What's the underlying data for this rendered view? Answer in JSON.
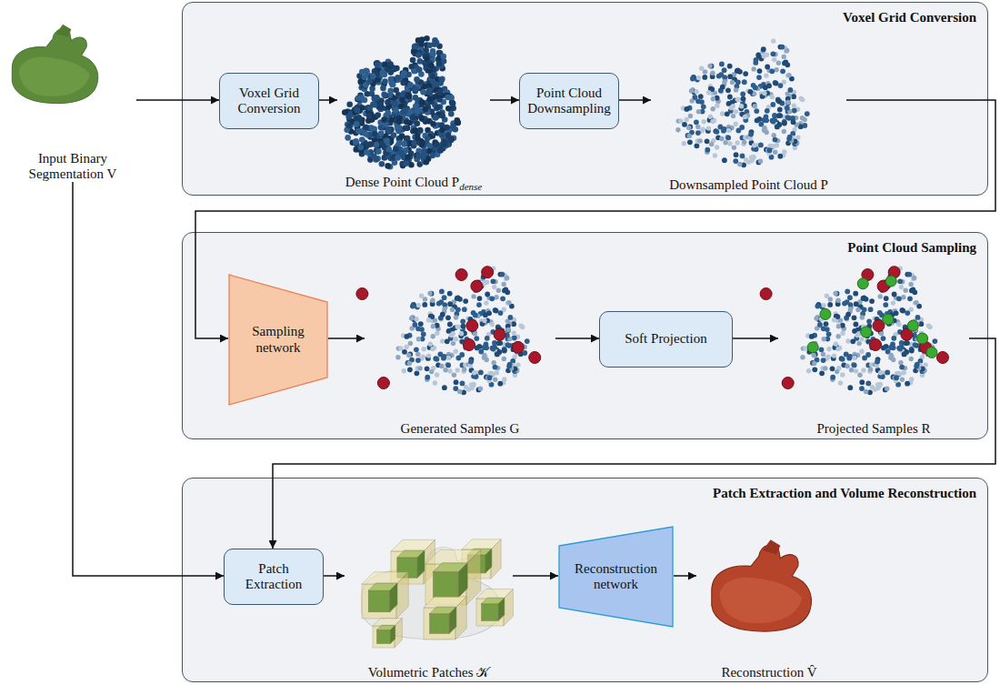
{
  "diagram": {
    "nodes": [
      {
        "text": [
          "Input Binary Segmentation V"
        ]
      },
      {
        "text": [
          "Voxel Grid Conversion"
        ]
      },
      {
        "text": [
          "Voxel Grid Conversion"
        ],
        "in": 1
      },
      {
        "text": [
          "Dense Point Cloud P",
          "dense"
        ],
        "in": 1
      },
      {
        "text": [
          "Point Cloud Downsampling"
        ],
        "in": 1
      },
      {
        "text": [
          "Downsampled Point Cloud P"
        ],
        "in": 1
      },
      {
        "text": [
          "Point Cloud Sampling"
        ]
      },
      {
        "text": [
          "Sampling network"
        ],
        "in": 6
      },
      {
        "text": [
          "Generated Samples G"
        ],
        "in": 6
      },
      {
        "text": [
          "Soft Projection"
        ],
        "in": 6
      },
      {
        "text": [
          "Projected Samples R"
        ],
        "in": 6
      },
      {
        "text": [
          "Patch Extraction and Volume Reconstruction"
        ]
      },
      {
        "text": [
          "Patch Extraction"
        ],
        "in": 11
      },
      {
        "text": [
          "Volumetric Patches 𝒦"
        ],
        "in": 11
      },
      {
        "text": [
          "Reconstruction network"
        ],
        "in": 11
      },
      {
        "text": [
          "Reconstruction V̂"
        ],
        "in": 11
      }
    ],
    "edges": [
      {
        "from": 0,
        "to": 2,
        "arrow": "to"
      },
      {
        "from": 2,
        "to": 3,
        "arrow": "to"
      },
      {
        "from": 3,
        "to": 4,
        "arrow": "to"
      },
      {
        "from": 4,
        "to": 5,
        "arrow": "to"
      },
      {
        "from": 5,
        "to": 7,
        "arrow": "to"
      },
      {
        "from": 7,
        "to": 8,
        "arrow": "to"
      },
      {
        "from": 8,
        "to": 9,
        "arrow": "to"
      },
      {
        "from": 9,
        "to": 10,
        "arrow": "to"
      },
      {
        "from": 10,
        "to": 12,
        "arrow": "to"
      },
      {
        "from": 0,
        "to": 12,
        "arrow": "to"
      },
      {
        "from": 12,
        "to": 13,
        "arrow": "to"
      },
      {
        "from": 13,
        "to": 14,
        "arrow": "to"
      },
      {
        "from": 14,
        "to": 15,
        "arrow": "to"
      }
    ]
  }
}
